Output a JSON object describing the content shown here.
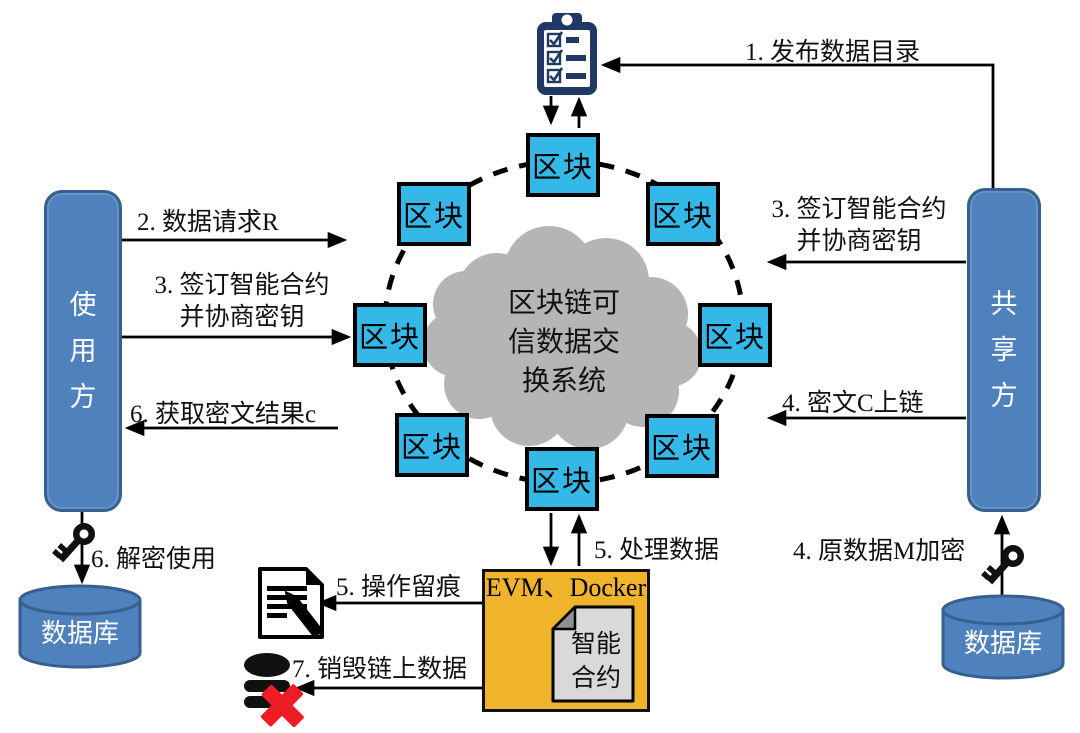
{
  "actors": {
    "user": "使用方",
    "sharer": "共享方"
  },
  "cloud": {
    "lines": [
      "区块链可",
      "信数据交",
      "换系统"
    ]
  },
  "blocks": [
    {
      "label": "区块"
    },
    {
      "label": "区块"
    },
    {
      "label": "区块"
    },
    {
      "label": "区块"
    },
    {
      "label": "区块"
    },
    {
      "label": "区块"
    },
    {
      "label": "区块"
    },
    {
      "label": "区块"
    }
  ],
  "steps": {
    "publish_catalog": "1. 发布数据目录",
    "data_request": "2. 数据请求R",
    "sign_contract_left": [
      "3. 签订智能合约",
      "并协商密钥"
    ],
    "sign_contract_right": [
      "3. 签订智能合约",
      "并协商密钥"
    ],
    "ciphertext_onchain": "4. 密文C上链",
    "encrypt_raw": "4. 原数据M加密",
    "process_data": "5. 处理数据",
    "operation_trace": "5. 操作留痕",
    "get_result": "6. 获取密文结果c",
    "decrypt_use": "6. 解密使用",
    "destroy_data": "7. 销毁链上数据"
  },
  "evm": {
    "title": "EVM、Docker",
    "contract": [
      "智能",
      "合约"
    ]
  },
  "databases": {
    "left": "数据库",
    "right": "数据库"
  },
  "colors": {
    "block_fill": "#33b8e8",
    "actor_fill": "#4f81bd",
    "actor_border": "#36608f",
    "cloud_fill": "#b5b5b5",
    "evm_fill": "#f0b32c",
    "contract_fill": "#d9d9d9",
    "clipboard_navy": "#1f3864",
    "destroy_x_red": "#ee1c25",
    "line_black": "#000000"
  }
}
